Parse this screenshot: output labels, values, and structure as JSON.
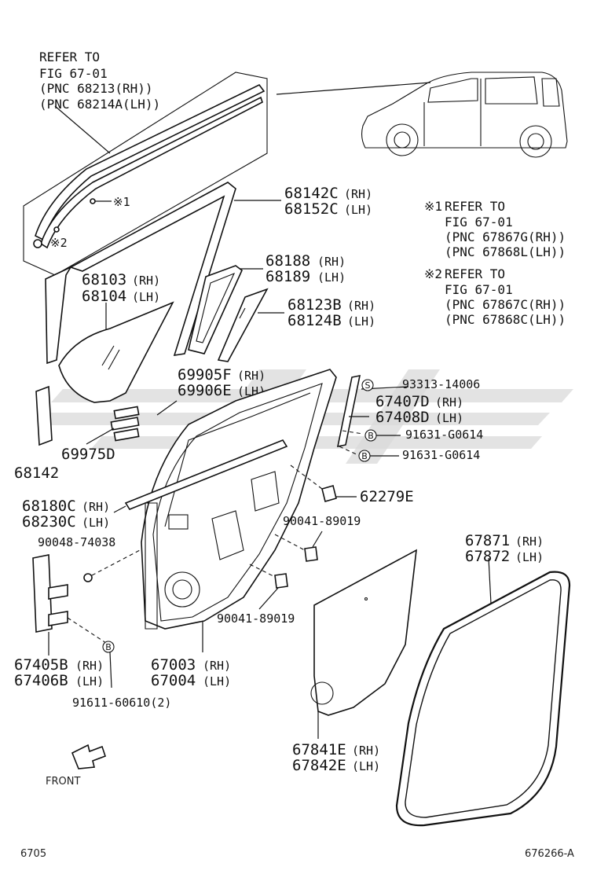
{
  "notes": {
    "top_refer": [
      "REFER TO",
      "FIG 67-01",
      "(PNC 68213(RH))",
      "(PNC 68214A(LH))"
    ],
    "ref1": [
      "REFER TO",
      "FIG 67-01",
      "(PNC 67867G(RH))",
      "(PNC 67868L(LH))"
    ],
    "ref2": [
      "REFER TO",
      "FIG 67-01",
      "(PNC 67867C(RH))",
      "(PNC 67868C(LH))"
    ],
    "mark1": "※1",
    "mark2": "※2"
  },
  "parts": {
    "p68142C": "68142C",
    "p68152C": "68152C",
    "p68103": "68103",
    "p68104": "68104",
    "p68188": "68188",
    "p68189": "68189",
    "p68123B": "68123B",
    "p68124B": "68124B",
    "p69905F": "69905F",
    "p69906E": "69906E",
    "p69975D": "69975D",
    "p68142": "68142",
    "p93313": "93313-14006",
    "p67407D": "67407D",
    "p67408D": "67408D",
    "p91631a": "91631-G0614",
    "p91631b": "91631-G0614",
    "p62279E": "62279E",
    "p68180C": "68180C",
    "p68230C": "68230C",
    "p90041a": "90041-89019",
    "p90041b": "90041-89019",
    "p90048": "90048-74038",
    "p67871": "67871",
    "p67872": "67872",
    "p67405B": "67405B",
    "p67406B": "67406B",
    "p67003": "67003",
    "p67004": "67004",
    "p91611": "91611-60610(2)",
    "p67841E": "67841E",
    "p67842E": "67842E"
  },
  "sides": {
    "rh": "(RH)",
    "lh": "(LH)"
  },
  "badges": {
    "s": "S",
    "b": "B"
  },
  "front_label": "FRONT",
  "footer": {
    "page": "6705",
    "figure_id": "676266-A"
  }
}
